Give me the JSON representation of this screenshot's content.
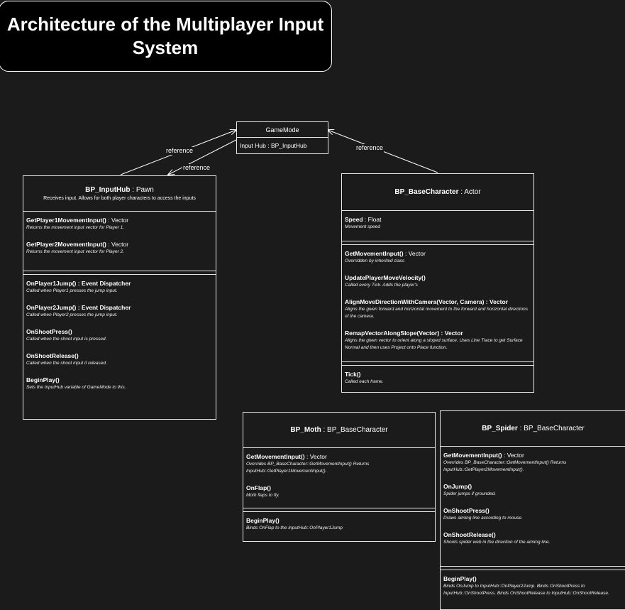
{
  "title": "Architecture of the Multiplayer Input System",
  "edges": {
    "label1": "reference",
    "label2": "reference",
    "label3": "reference"
  },
  "gamemode": {
    "name": "GameMode",
    "attr": "Input Hub : BP_InputHub"
  },
  "inputhub": {
    "name": "BP_InputHub",
    "base": " : Pawn",
    "desc": "Receives input. Allows for both player characters to access the inputs",
    "sec1": [
      {
        "name": "GetPlayer1MovementInput()",
        "type": " : Vector",
        "desc": "Returns the movement input vector for Player 1."
      },
      {
        "name": "GetPlayer2MovementInput()",
        "type": " : Vector",
        "desc": "Returns the movement input vector for Player 2."
      }
    ],
    "sec2": [
      {
        "name": "OnPlayer1Jump() : Event Dispatcher",
        "type": "",
        "desc": "Called when Player1 presses the jump input."
      },
      {
        "name": "OnPlayer2Jump() : Event Dispatcher",
        "type": "",
        "desc": "Called when Player2 presses the jump input."
      },
      {
        "name": "OnShootPress()",
        "type": "",
        "desc": "Called when the shoot input is pressed."
      },
      {
        "name": "OnShootRelease()",
        "type": "",
        "desc": "Called when the shoot input it released."
      },
      {
        "name": "BeginPlay()",
        "type": "",
        "desc": "Sets the InputHub variable of GameMode to this."
      }
    ]
  },
  "basechar": {
    "name": "BP_BaseCharacter",
    "base": " : Actor",
    "sec1": [
      {
        "name": "Speed",
        "type": " : Float",
        "desc": "Movement speed"
      }
    ],
    "sec2": [
      {
        "name": "GetMovementInput()",
        "type": " : Vector",
        "desc": "Overridden by inherited class"
      },
      {
        "name": "UpdatePlayerMoveVelocity()",
        "type": "",
        "desc": "Called every Tick. Adds the player's"
      },
      {
        "name": "AlignMoveDirectionWithCamera(Vector, Camera) : Vector",
        "type": "",
        "desc": "Aligns the given forward and horizontal movement to the forward and horizontal directions of the camera."
      },
      {
        "name": "RemapVectorAlongSlope(Vector) : Vector",
        "type": "",
        "desc": "Aligns the given vector to orient along a sloped surface. Uses Line Trace to get Surface Normal and then uses Project onto Place function."
      }
    ],
    "sec3": [
      {
        "name": "Tick()",
        "type": "",
        "desc": "Called each frame."
      }
    ]
  },
  "moth": {
    "name": "BP_Moth",
    "base": " : BP_BaseCharacter",
    "sec1": [
      {
        "name": "GetMovementInput()",
        "type": " : Vector",
        "desc": "Overrides BP_BaseCharacter::GetMovementInput() Returns InputHub::GetPlayer1MovementInput()."
      },
      {
        "name": "OnFlap()",
        "type": "",
        "desc": "Moth flaps to fly."
      }
    ],
    "sec2": [
      {
        "name": "BeginPlay()",
        "type": "",
        "desc": "Binds OnFlap to the InputHub::OnPlayer1Jump"
      }
    ]
  },
  "spider": {
    "name": "BP_Spider",
    "base": " : BP_BaseCharacter",
    "sec1": [
      {
        "name": "GetMovementInput()",
        "type": " : Vector",
        "desc": "Overrides BP_BaseCharacter::GetMovementInput() Returns InputHub::GetPlayer2MovementInput()."
      },
      {
        "name": "OnJump()",
        "type": "",
        "desc": "Spider jumps if grounded."
      },
      {
        "name": "OnShootPress()",
        "type": "",
        "desc": "Draws aiming line according to mouse."
      },
      {
        "name": "OnShootRelease()",
        "type": "",
        "desc": "Shoots spider web in the direction of the aiming line."
      }
    ],
    "sec2": [
      {
        "name": "BeginPlay()",
        "type": "",
        "desc": "Binds OnJump to InputHub::OnPlayer2Jump. Binds OnShootPress to InputHub::OnShootPress. Binds OnShootRelease to InputHub::OnShootRelease."
      }
    ]
  }
}
